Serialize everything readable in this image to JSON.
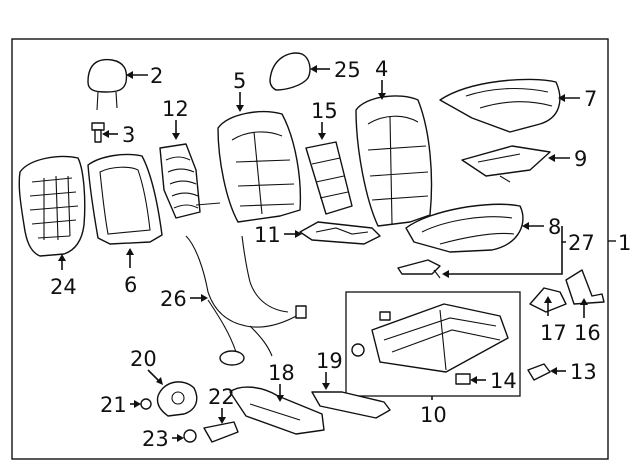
{
  "diagram": {
    "callouts": {
      "c1": "1",
      "c2": "2",
      "c3": "3",
      "c4": "4",
      "c5": "5",
      "c6": "6",
      "c7": "7",
      "c8": "8",
      "c9": "9",
      "c10": "10",
      "c11": "11",
      "c12": "12",
      "c13": "13",
      "c14": "14",
      "c15": "15",
      "c16": "16",
      "c17": "17",
      "c18": "18",
      "c19": "19",
      "c20": "20",
      "c21": "21",
      "c22": "22",
      "c23": "23",
      "c24": "24",
      "c25": "25",
      "c26": "26",
      "c27": "27"
    },
    "colors": {
      "line": "#111111",
      "background": "#ffffff"
    }
  }
}
